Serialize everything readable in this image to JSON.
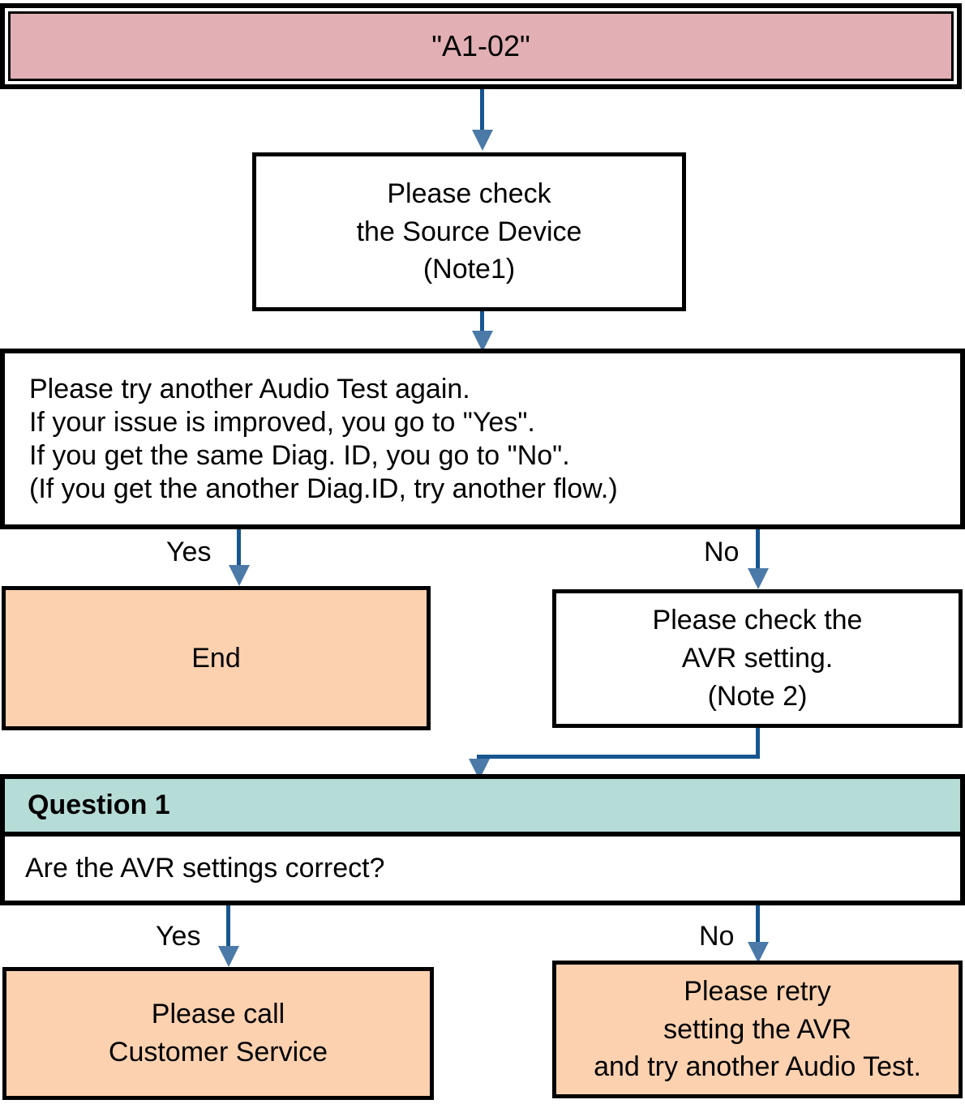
{
  "diagram": {
    "title_box": {
      "label": "\"A1-02\""
    },
    "check_source_box": {
      "lines": [
        "Please check",
        "the Source Device",
        "(Note1)"
      ]
    },
    "retry_test_box": {
      "lines": [
        "Please try another Audio Test again.",
        "If your issue is improved, you go to \"Yes\".",
        "If you get the same Diag. ID, you go to \"No\".",
        "(If you get the another Diag.ID, try another flow.)"
      ]
    },
    "branch1": {
      "yes_label": "Yes",
      "no_label": "No"
    },
    "end_box": {
      "label": "End"
    },
    "avr_check_box": {
      "lines": [
        "Please check the",
        "AVR setting.",
        "(Note 2)"
      ]
    },
    "question1": {
      "header": "Question 1",
      "question": "Are the AVR settings correct?"
    },
    "branch2": {
      "yes_label": "Yes",
      "no_label": "No"
    },
    "call_service_box": {
      "lines": [
        "Please call",
        "Customer Service"
      ]
    },
    "retry_avr_box": {
      "lines": [
        "Please retry",
        "setting the AVR",
        "and try another Audio Test."
      ]
    },
    "colors": {
      "title_fill": "#e2afb4",
      "terminal_fill": "#fcd1af",
      "question_header_fill": "#b6dcd7",
      "connector_line": "#17568f",
      "arrow_head": "#4b7aa9",
      "border": "#000000"
    }
  }
}
